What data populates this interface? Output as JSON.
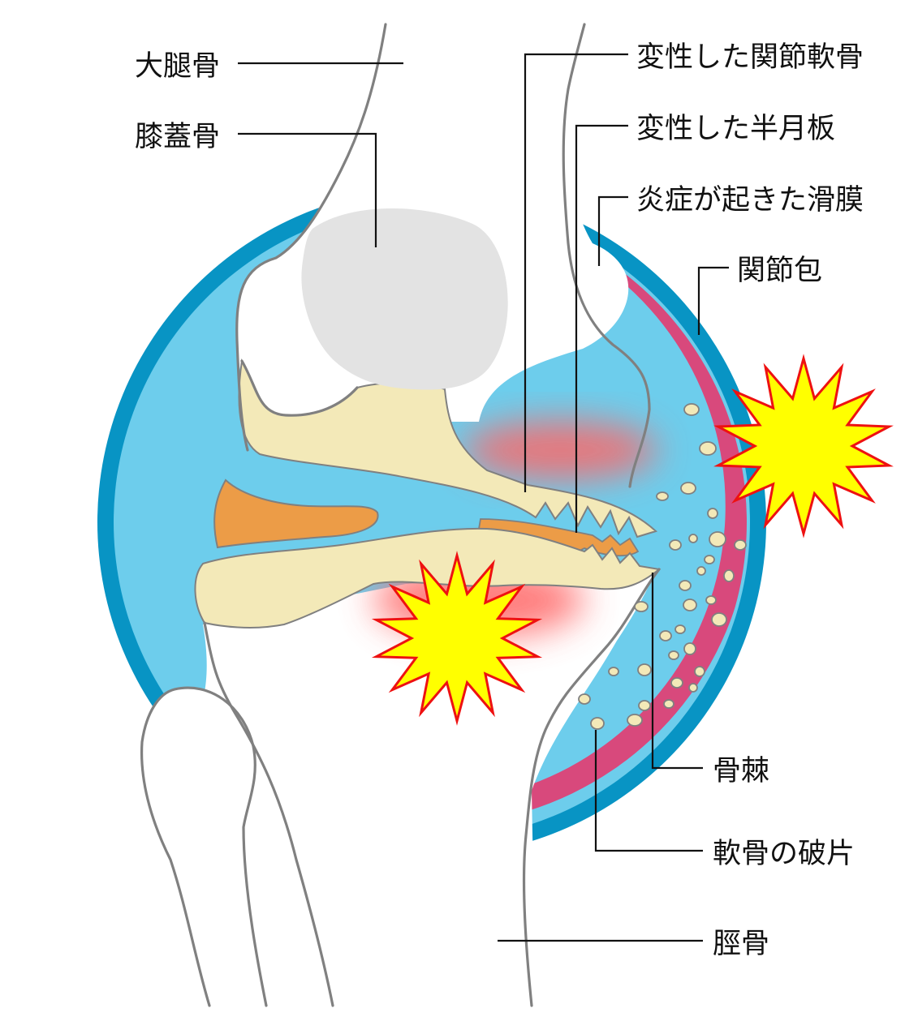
{
  "labels": {
    "femur": "大腿骨",
    "patella": "膝蓋骨",
    "degenerated_cartilage": "変性した関節軟骨",
    "degenerated_meniscus": "変性した半月板",
    "inflamed_synovium": "炎症が起きた滑膜",
    "joint_capsule": "関節包",
    "osteophyte": "骨棘",
    "cartilage_fragments": "軟骨の破片",
    "tibia": "脛骨"
  },
  "colors": {
    "capsule": "#0894c4",
    "synovial_fluid": "#6dcdec",
    "synovium": "#d8497c",
    "cartilage": "#f3e9b8",
    "meniscus": "#ec9c47",
    "patella": "#e3e3e3",
    "bone": "#ffffff",
    "outline": "#808080",
    "pain_burst": "#ffff00",
    "pain_burst_edge": "#ee1111",
    "inflammation_glow": "#ff6666"
  }
}
